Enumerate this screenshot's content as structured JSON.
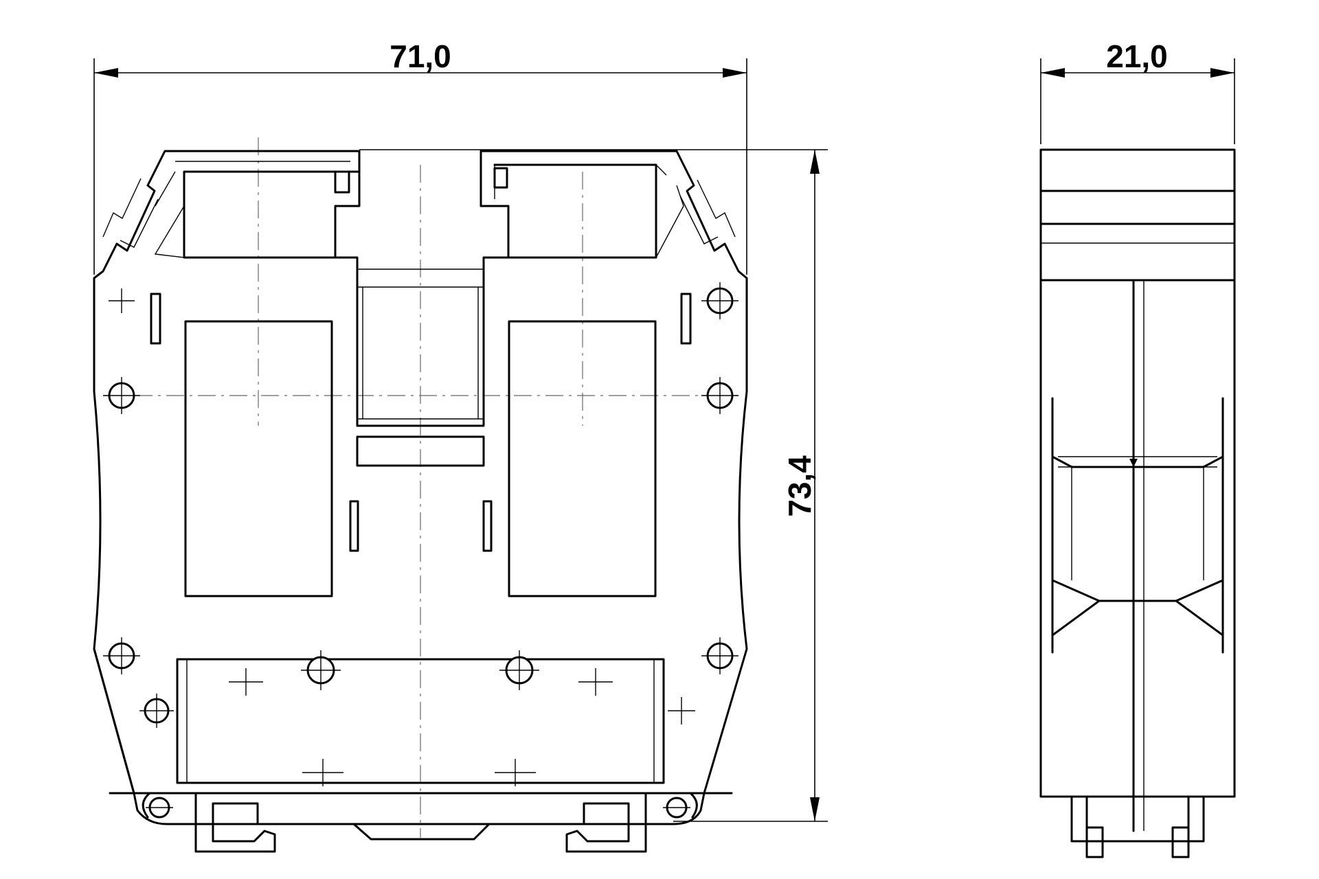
{
  "dimensions": {
    "width_front": "71,0",
    "width_side": "21,0",
    "height": "73,4"
  },
  "colors": {
    "line": "#000000",
    "background": "#ffffff",
    "centerline": "#666666"
  }
}
